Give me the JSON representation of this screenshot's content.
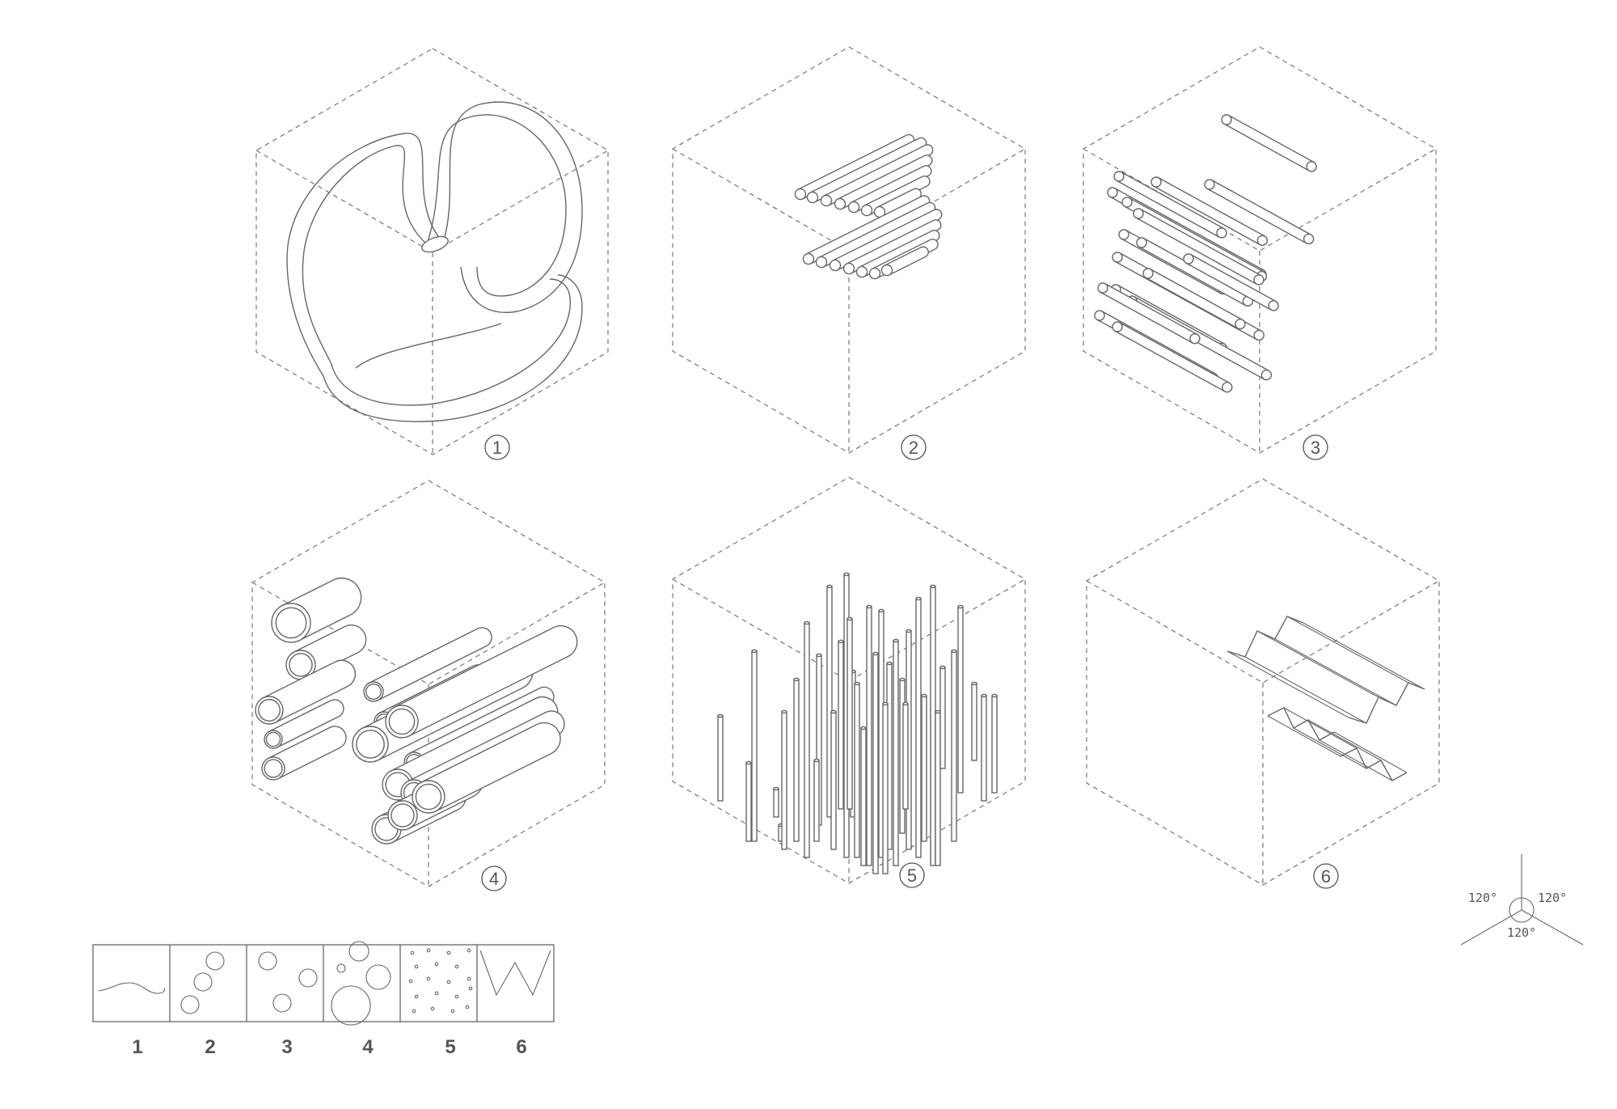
{
  "cubes": [
    {
      "label": "1"
    },
    {
      "label": "2"
    },
    {
      "label": "3"
    },
    {
      "label": "4"
    },
    {
      "label": "5"
    },
    {
      "label": "6"
    }
  ],
  "legend": {
    "labels": [
      "1",
      "2",
      "3",
      "4",
      "5",
      "6"
    ]
  },
  "axes": {
    "left_angle": "120°",
    "right_angle": "120°",
    "bottom_angle": "120°"
  }
}
